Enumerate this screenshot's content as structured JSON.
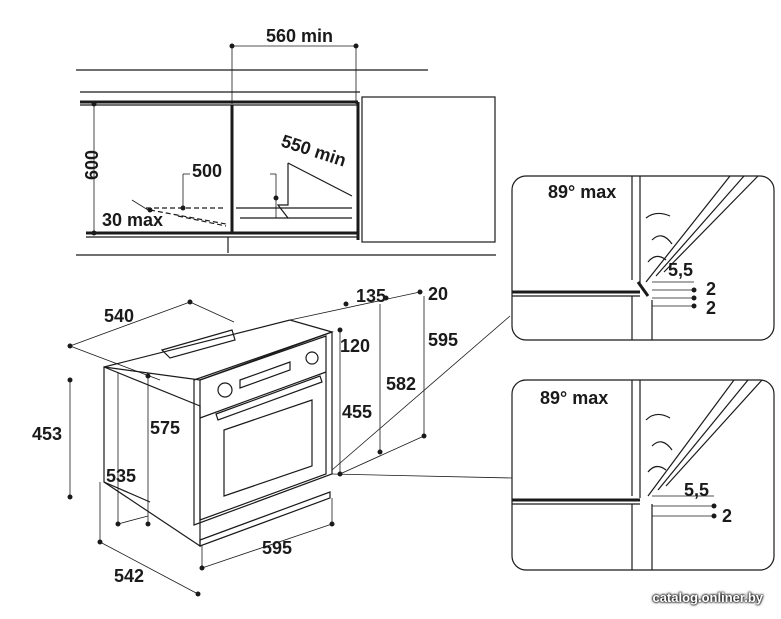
{
  "top_view": {
    "dim_width_min": "560 min",
    "dim_height": "600",
    "dim_500": "500",
    "dim_550_min": "550 min",
    "dim_30_max": "30 max"
  },
  "oven_view": {
    "dim_540": "540",
    "dim_135": "135",
    "dim_20": "20",
    "dim_120": "120",
    "dim_595_right": "595",
    "dim_582": "582",
    "dim_455": "455",
    "dim_453": "453",
    "dim_575": "575",
    "dim_535": "535",
    "dim_595_bottom": "595",
    "dim_542": "542"
  },
  "detail_top": {
    "angle": "89° max",
    "gap_5_5": "5,5",
    "gap_2a": "2",
    "gap_2b": "2"
  },
  "detail_bottom": {
    "angle": "89° max",
    "gap_5_5": "5,5",
    "gap_2": "2"
  },
  "watermark": "catalog.onliner.by"
}
